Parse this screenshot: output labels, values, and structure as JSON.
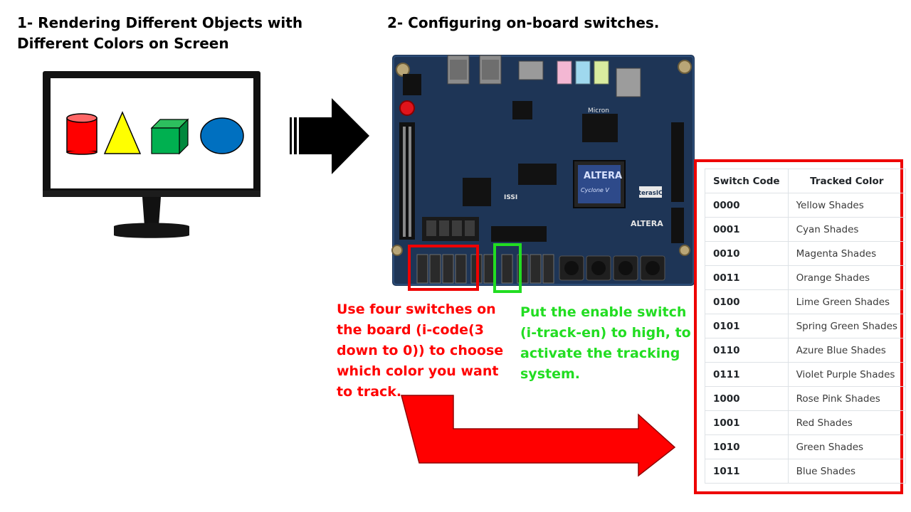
{
  "headings": {
    "step1": "1- Rendering Different Objects with Different Colors on Screen",
    "step2": "2- Configuring on-board switches."
  },
  "notes": {
    "code_switches": "Use four switches on the board (i-code(3 down to 0)) to choose which color you want to track.",
    "enable_switch": "Put the enable switch (i-track-en) to high, to activate the tracking system."
  },
  "board_labels": {
    "chip_brand": "ALTERA",
    "chip_model": "Cyclone V",
    "board_brand": "terasIC",
    "memory_brand": "Micron",
    "sram": "ISSI",
    "board_brand_2": "ALTERA"
  },
  "table": {
    "headers": [
      "Switch Code",
      "Tracked Color"
    ],
    "rows": [
      {
        "code": "0000",
        "color": "Yellow Shades"
      },
      {
        "code": "0001",
        "color": "Cyan Shades"
      },
      {
        "code": "0010",
        "color": "Magenta Shades"
      },
      {
        "code": "0011",
        "color": "Orange Shades"
      },
      {
        "code": "0100",
        "color": "Lime Green Shades"
      },
      {
        "code": "0101",
        "color": "Spring Green Shades"
      },
      {
        "code": "0110",
        "color": "Azure Blue Shades"
      },
      {
        "code": "0111",
        "color": "Violet Purple Shades"
      },
      {
        "code": "1000",
        "color": "Rose Pink Shades"
      },
      {
        "code": "1001",
        "color": "Red Shades"
      },
      {
        "code": "1010",
        "color": "Green Shades"
      },
      {
        "code": "1011",
        "color": "Blue Shades"
      }
    ]
  },
  "colors": {
    "highlight_red": "#ee0000",
    "highlight_green": "#22dd22",
    "cylinder": "#ff0000",
    "cone": "#ffff00",
    "cube": "#00b050",
    "sphere": "#0070c0",
    "pcb": "#1e3556"
  }
}
